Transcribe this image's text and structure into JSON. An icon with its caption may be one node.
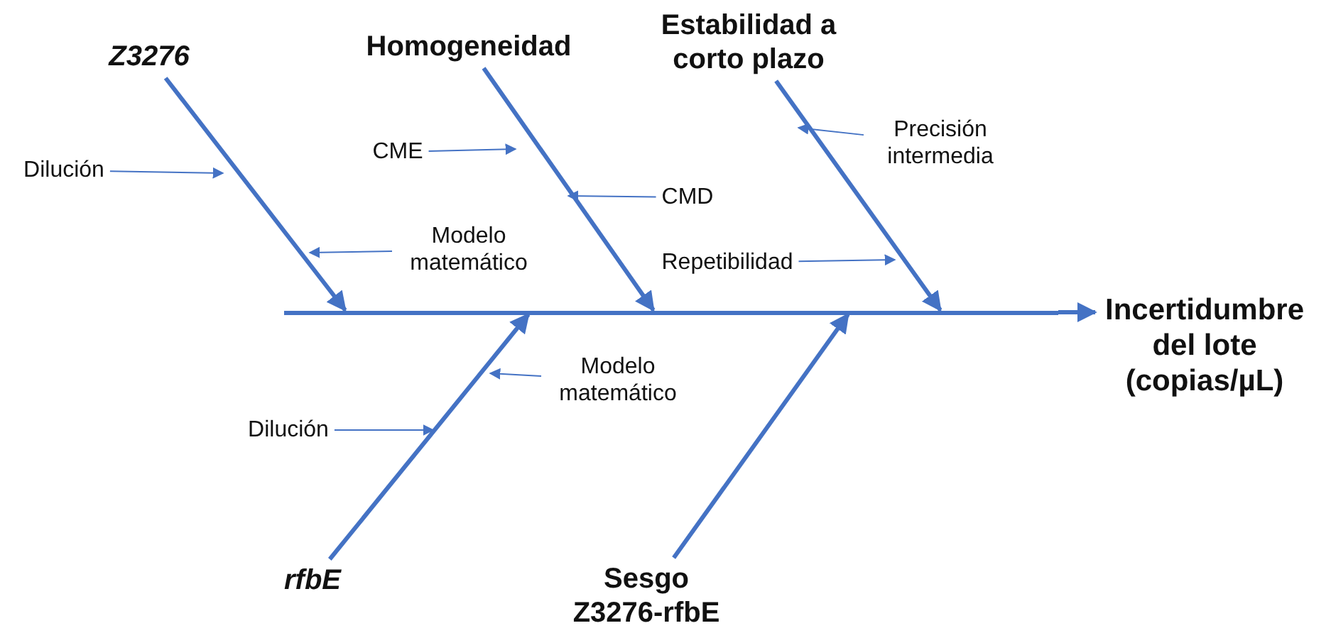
{
  "diagram": {
    "nodes": [
      {
        "text": [
          "Z3276"
        ]
      },
      {
        "text": [
          "Homogeneidad"
        ]
      },
      {
        "text": [
          "Estabilidad a corto plazo"
        ]
      },
      {
        "text": [
          "Incertidumbre del lote (copias/µL)"
        ]
      },
      {
        "text": [
          "rfbE"
        ]
      },
      {
        "text": [
          "Sesgo Z3276-rfbE"
        ]
      },
      {
        "text": [
          "Dilución"
        ]
      },
      {
        "text": [
          "Modelo matemático"
        ]
      },
      {
        "text": [
          "CME"
        ]
      },
      {
        "text": [
          "CMD"
        ]
      },
      {
        "text": [
          "Repetibilidad"
        ]
      },
      {
        "text": [
          "Precisión intermedia"
        ]
      },
      {
        "text": [
          "Modelo matemático"
        ]
      },
      {
        "text": [
          "Dilución"
        ]
      },
      {
        "text": [],
        "shape": "bar"
      }
    ],
    "edges": [
      {
        "from": 14,
        "to": 3,
        "arrow": "to",
        "style": "thick"
      },
      {
        "from": 0,
        "to": 14,
        "arrow": "to",
        "style": "thick"
      },
      {
        "from": 1,
        "to": 14,
        "arrow": "to",
        "style": "thick"
      },
      {
        "from": 2,
        "to": 14,
        "arrow": "to",
        "style": "thick"
      },
      {
        "from": 4,
        "to": 14,
        "arrow": "to",
        "style": "thick"
      },
      {
        "from": 5,
        "to": 14,
        "arrow": "to",
        "style": "thick"
      },
      {
        "from": 6,
        "to": null,
        "arrow": "to"
      },
      {
        "from": 7,
        "to": null,
        "arrow": "to"
      },
      {
        "from": 8,
        "to": null,
        "arrow": "to"
      },
      {
        "from": 9,
        "to": null,
        "arrow": "to"
      },
      {
        "from": 10,
        "to": null,
        "arrow": "to"
      },
      {
        "from": 11,
        "to": null,
        "arrow": "to"
      },
      {
        "from": 12,
        "to": null,
        "arrow": "to"
      },
      {
        "from": 13,
        "to": null,
        "arrow": "to"
      }
    ]
  }
}
